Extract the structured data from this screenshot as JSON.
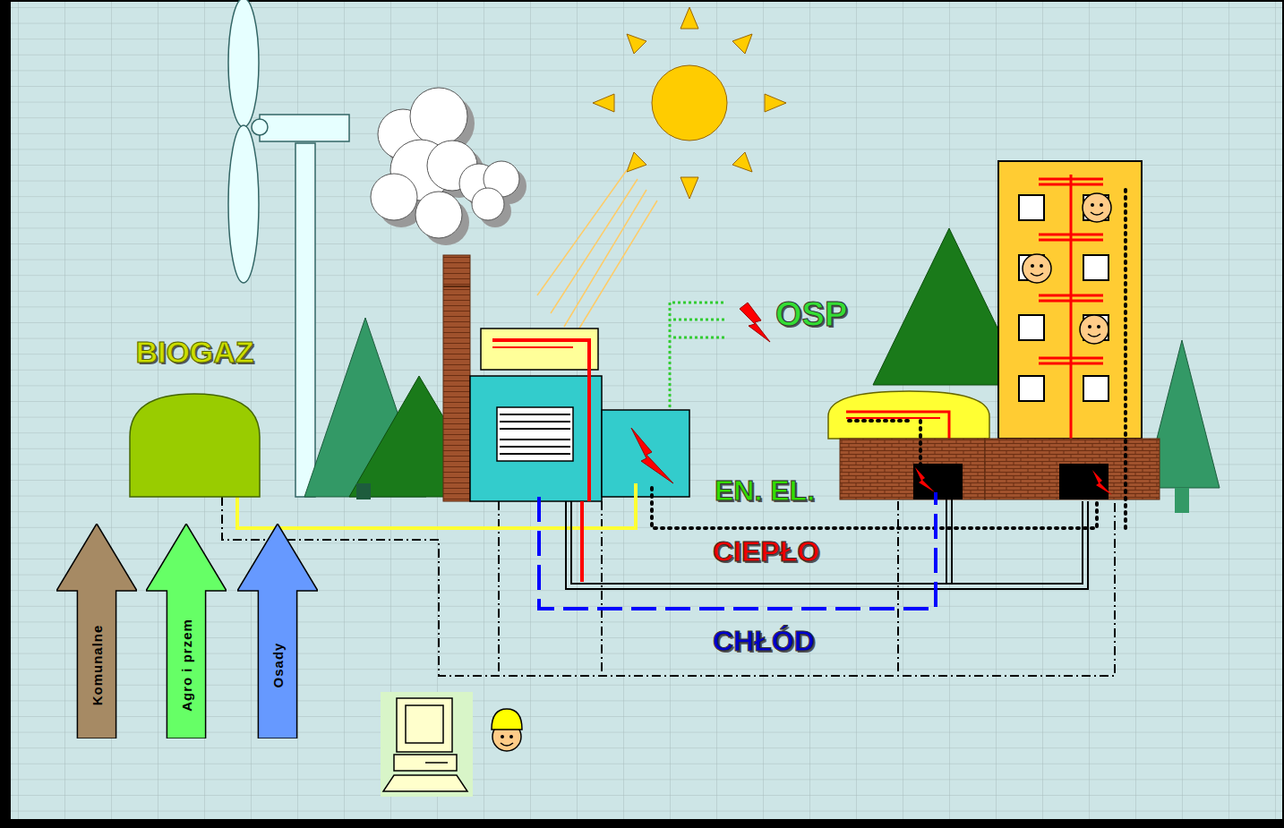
{
  "diagram": {
    "nodes": [
      {
        "text": [
          "BIOGAZ"
        ]
      },
      {
        "text": [
          "Komunalne"
        ]
      },
      {
        "text": [
          "Agro i przem"
        ]
      },
      {
        "text": [
          "Osady"
        ]
      }
    ],
    "labels": [
      "OSP",
      "EN. EL.",
      "CIEPŁO",
      "CHŁÓD"
    ]
  }
}
